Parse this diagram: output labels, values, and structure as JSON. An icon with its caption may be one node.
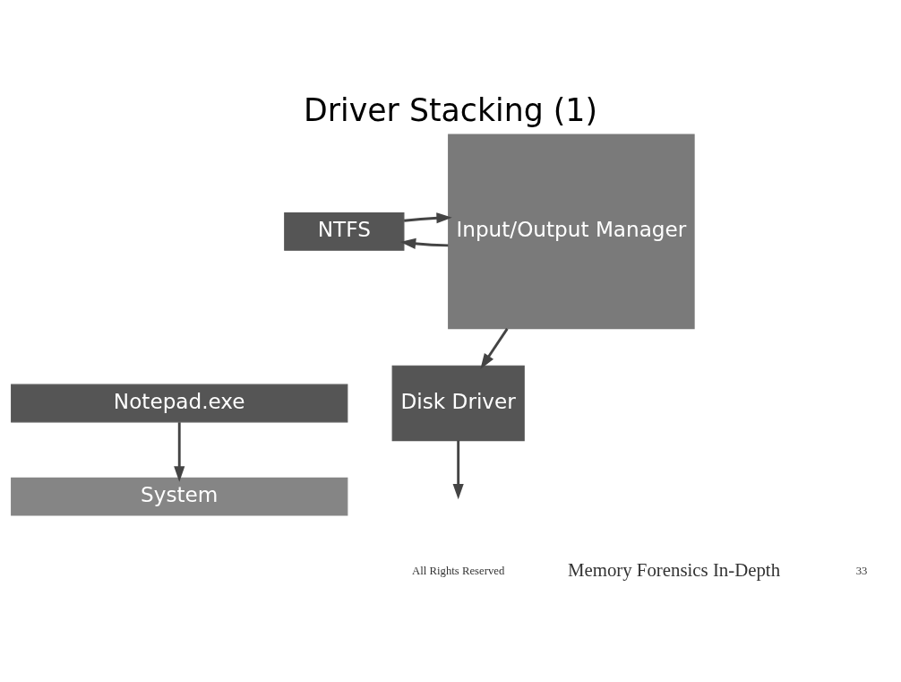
{
  "diagram": {
    "title": "Driver Stacking (1)",
    "nodes": [
      {
        "text": [
          "Notepad.exe"
        ]
      },
      {
        "text": [
          "System"
        ]
      },
      {
        "text": [
          "NTFS"
        ]
      },
      {
        "text": [
          "Input/Output Manager"
        ]
      },
      {
        "text": [
          "Disk Driver"
        ]
      }
    ],
    "edges": [
      {
        "from": 0,
        "to": 1,
        "arrow": "to"
      },
      {
        "from": 3,
        "to": 2,
        "arrow": "to"
      },
      {
        "from": 2,
        "to": 3,
        "arrow": "to"
      },
      {
        "from": 3,
        "to": 4,
        "arrow": "to"
      },
      {
        "from": 4,
        "to": null,
        "arrow": "to"
      }
    ],
    "labels": [
      "All Rights Reserved",
      "Memory Forensics In-Depth",
      "33"
    ]
  }
}
